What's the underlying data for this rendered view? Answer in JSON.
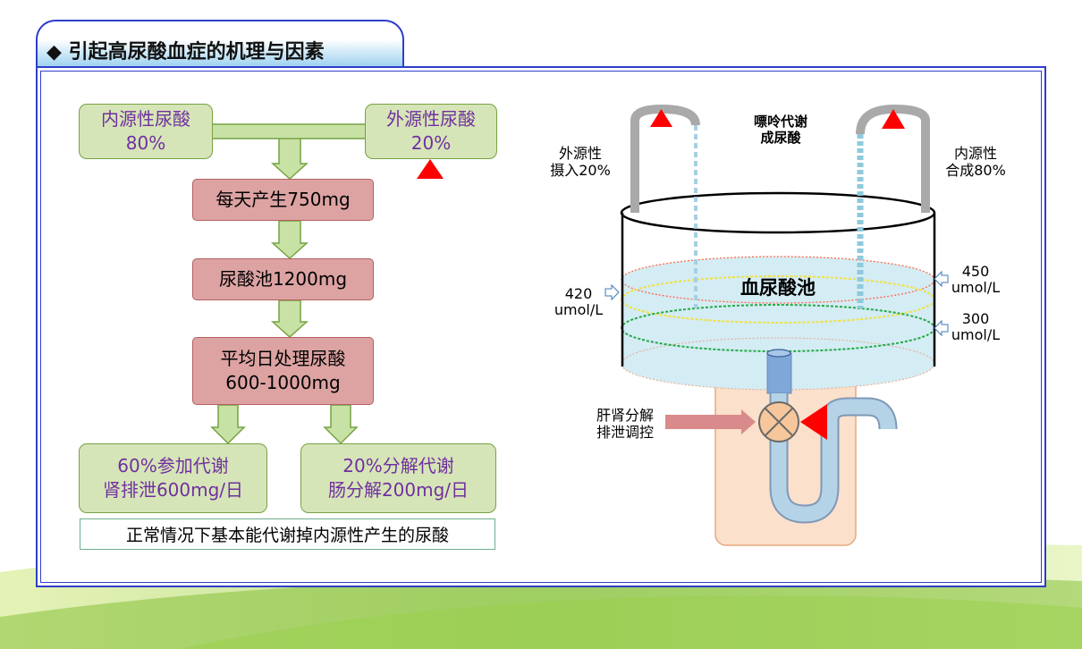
{
  "header": {
    "title": "◆ 引起高尿酸血症的机理与因素"
  },
  "flow": {
    "endogenous": {
      "line1": "内源性尿酸",
      "line2": "80%"
    },
    "exogenous": {
      "line1": "外源性尿酸",
      "line2": "20%"
    },
    "daily": "每天产生750mg",
    "pool": "尿酸池1200mg",
    "process": {
      "line1": "平均日处理尿酸",
      "line2": "600-1000mg"
    },
    "kidney": {
      "line1": "60%参加代谢",
      "line2": "肾排泄600mg/日"
    },
    "gut": {
      "line1": "20%分解代谢",
      "line2": "肠分解200mg/日"
    },
    "note": "正常情况下基本能代谢掉内源性产生的尿酸"
  },
  "tank": {
    "purine": {
      "line1": "嘌呤代谢",
      "line2": "成尿酸"
    },
    "exo_intake": {
      "line1": "外源性",
      "line2": "摄入20%"
    },
    "endo_synth": {
      "line1": "内源性",
      "line2": "合成80%"
    },
    "pool_label": "血尿酸池",
    "level_420": {
      "line1": "420",
      "line2": "umol/L"
    },
    "level_450": {
      "line1": "450",
      "line2": "umol/L"
    },
    "level_300": {
      "line1": "300",
      "line2": "umol/L"
    },
    "valve": {
      "line1": "肝肾分解",
      "line2": "排泄调控"
    }
  },
  "colors": {
    "accent_border": "#2f3ec8",
    "green_box": "#d6e5b7",
    "pink_box": "#dda3a3",
    "triangle": "#ff0000",
    "water": "#d4ecf4"
  }
}
